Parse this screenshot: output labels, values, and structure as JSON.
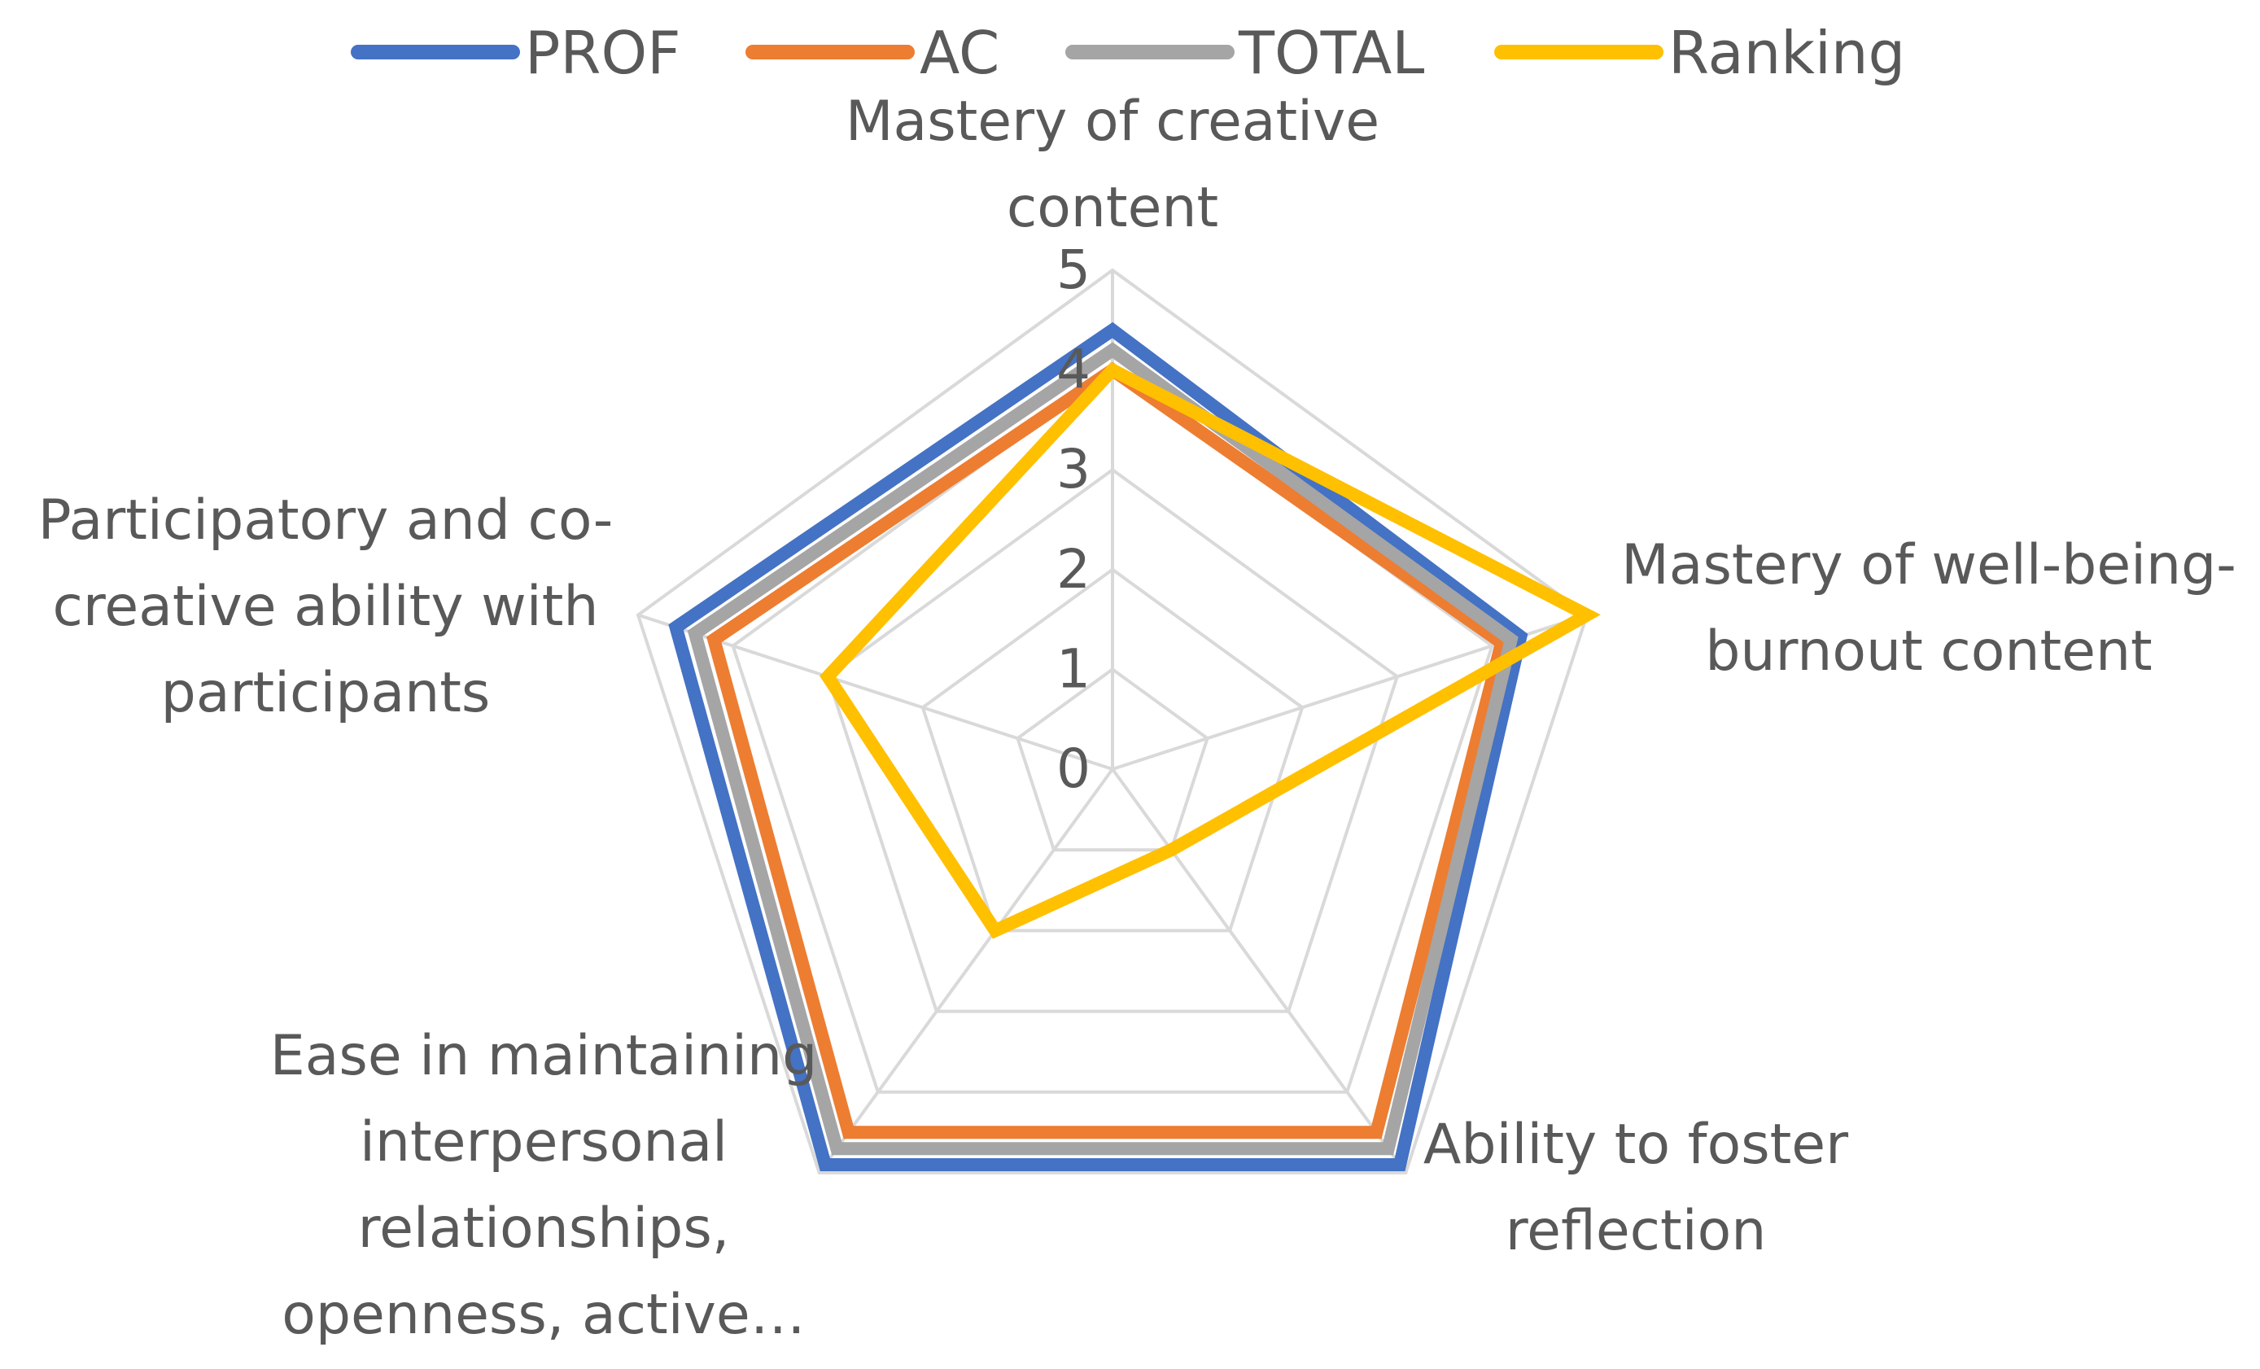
{
  "chart_data": {
    "type": "radar",
    "title": "",
    "categories": [
      [
        "Mastery of creative",
        "content"
      ],
      [
        "Mastery of well-being-",
        "burnout content"
      ],
      [
        "Ability to foster",
        "reflection"
      ],
      [
        "Ease in maintaining",
        "interpersonal",
        "relationships,",
        "openness, active…"
      ],
      [
        "Participatory and co-",
        "creative ability with",
        "participants"
      ]
    ],
    "rlim": [
      0,
      5
    ],
    "ticks": [
      "0",
      "1",
      "2",
      "3",
      "4",
      "5"
    ],
    "grid": true,
    "legend_position": "top",
    "series": [
      {
        "name": "PROF",
        "color": "#4472C4",
        "values": [
          4.4,
          4.3,
          4.9,
          4.9,
          4.6
        ]
      },
      {
        "name": "AC",
        "color": "#ED7D31",
        "values": [
          4.0,
          4.1,
          4.5,
          4.5,
          4.2
        ]
      },
      {
        "name": "TOTAL",
        "color": "#A5A5A5",
        "values": [
          4.2,
          4.2,
          4.7,
          4.7,
          4.4
        ]
      },
      {
        "name": "Ranking",
        "color": "#FFC000",
        "values": [
          4.0,
          5.0,
          1.0,
          2.0,
          3.0
        ]
      }
    ]
  }
}
